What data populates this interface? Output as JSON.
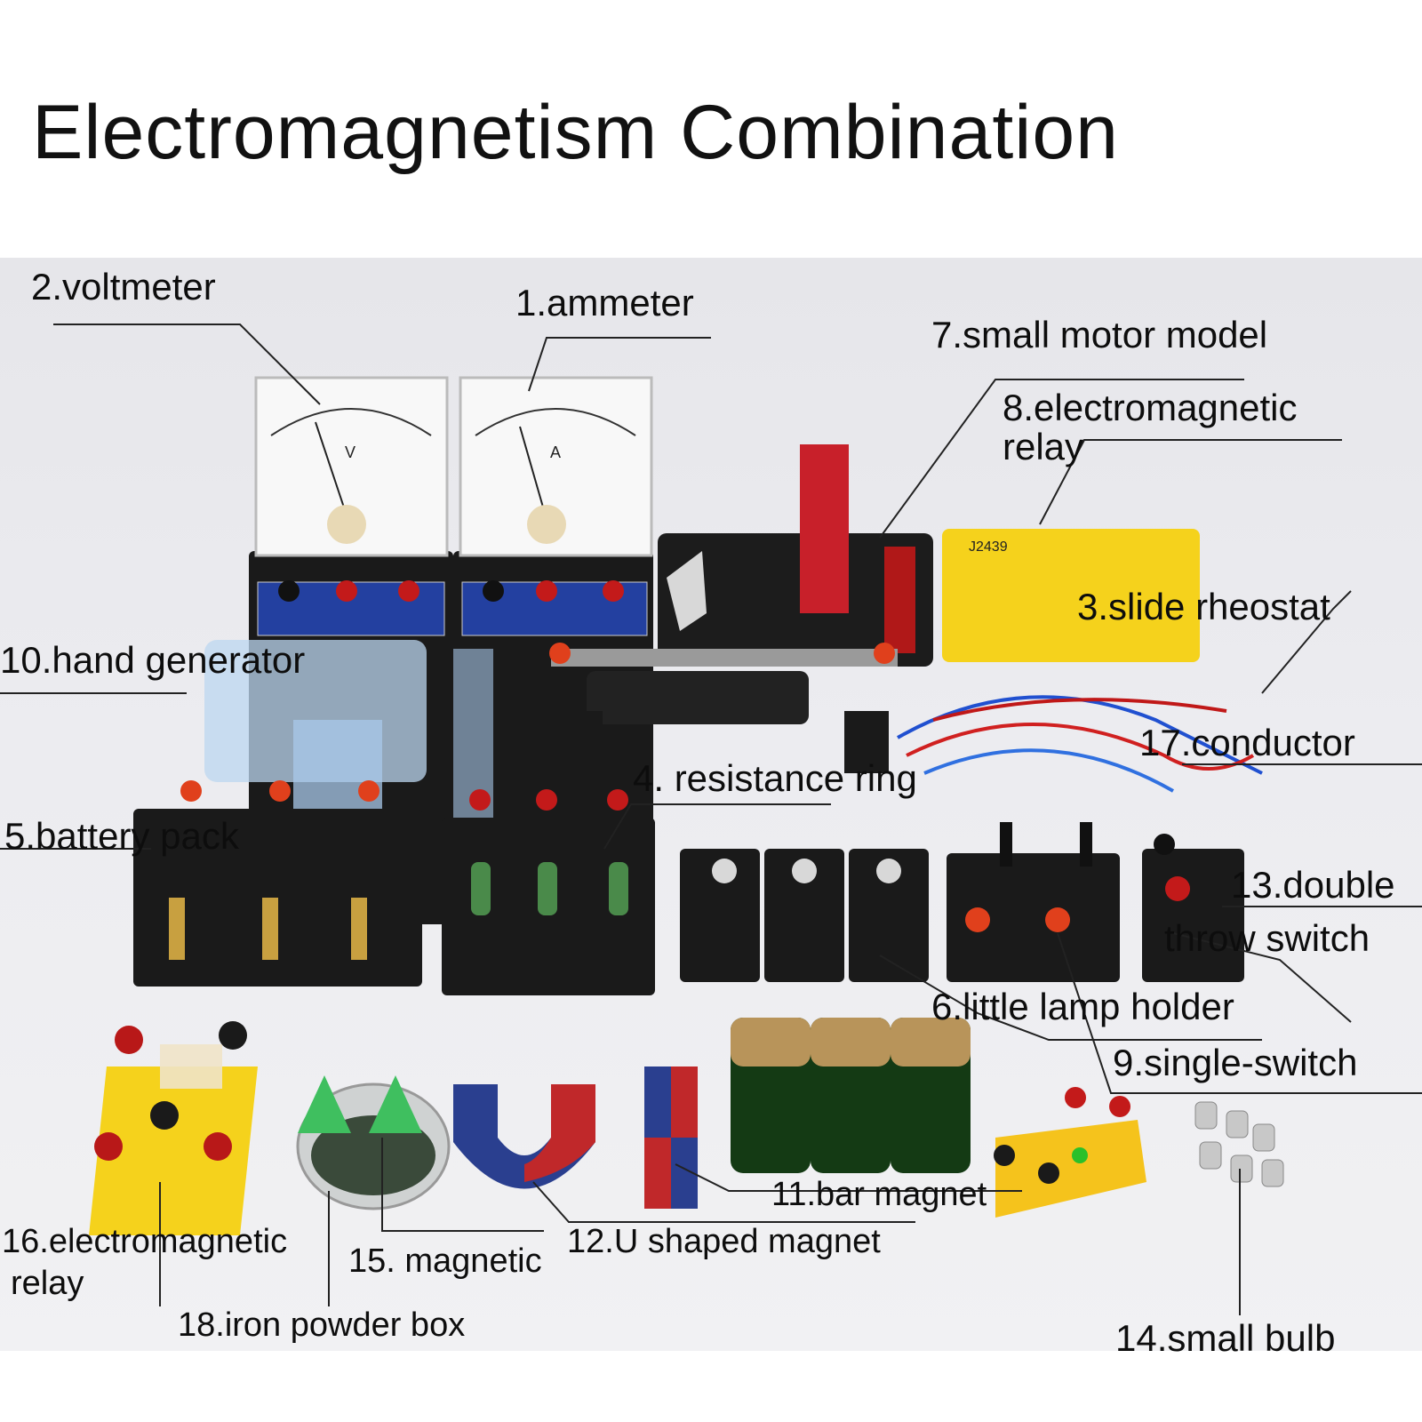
{
  "title": "Electromagnetism Combination",
  "meter_symbols": {
    "voltmeter": "V",
    "ammeter": "A"
  },
  "relay_box_code": "J2439",
  "labels": [
    {
      "id": "voltmeter",
      "text": "2.voltmeter"
    },
    {
      "id": "ammeter",
      "text": "1.ammeter"
    },
    {
      "id": "small-motor-model",
      "text": "7.small motor model"
    },
    {
      "id": "electromagnetic-relay-8-line1",
      "text": "8.electromagnetic"
    },
    {
      "id": "electromagnetic-relay-8-line2",
      "text": "relay"
    },
    {
      "id": "slide-rheostat",
      "text": "3.slide rheostat"
    },
    {
      "id": "hand-generator",
      "text": "10.hand generator"
    },
    {
      "id": "conductor",
      "text": "17.conductor"
    },
    {
      "id": "resistance-ring",
      "text": "4. resistance ring"
    },
    {
      "id": "battery-pack",
      "text": "5.battery pack"
    },
    {
      "id": "double-throw-switch-line1",
      "text": "13.double"
    },
    {
      "id": "double-throw-switch-line2",
      "text": "throw switch"
    },
    {
      "id": "little-lamp-holder",
      "text": "6.little lamp holder"
    },
    {
      "id": "single-switch",
      "text": "9.single-switch"
    },
    {
      "id": "bar-magnet",
      "text": "11.bar magnet"
    },
    {
      "id": "u-shaped-magnet",
      "text": "12.U shaped magnet"
    },
    {
      "id": "electromagnetic-relay-16-line1",
      "text": "16.electromagnetic"
    },
    {
      "id": "electromagnetic-relay-16-line2",
      "text": "relay"
    },
    {
      "id": "magnetic",
      "text": "15. magnetic"
    },
    {
      "id": "iron-powder-box",
      "text": "18.iron powder box"
    },
    {
      "id": "small-bulb",
      "text": "14.small bulb"
    }
  ]
}
